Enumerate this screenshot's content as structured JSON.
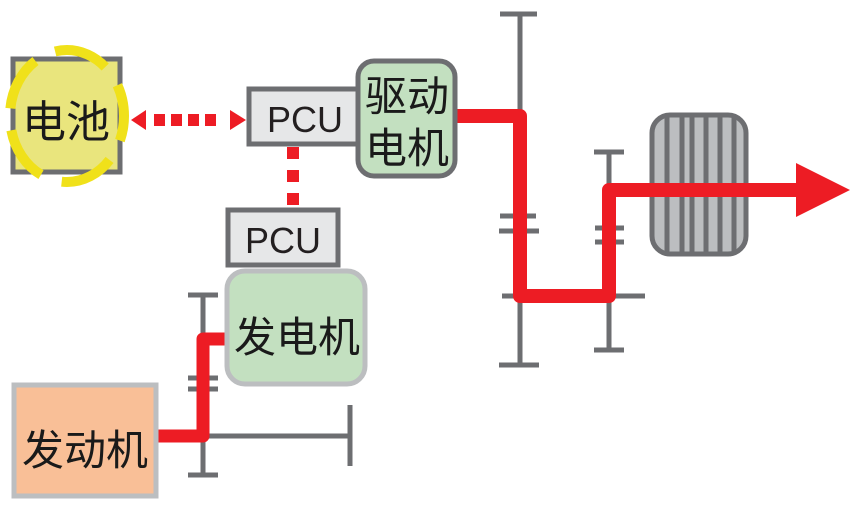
{
  "diagram": {
    "type": "series-parallel hybrid powertrain block diagram",
    "colors": {
      "power_flow": "#ed1c24",
      "shaft": "#6d6e71",
      "battery_fill": "#e9e57d",
      "battery_glow": "#f0e11a",
      "motor_fill": "#c3e0c0",
      "pcu_fill": "#e6e7e8",
      "engine_fill": "#f9bf97",
      "wheel_fill": "#bcbec0",
      "box_border_dark": "#6d6e71",
      "box_border_light": "#bcbec0"
    },
    "nodes": {
      "battery": {
        "label": "电池"
      },
      "pcu_main": {
        "label": "PCU"
      },
      "drive_motor": {
        "label_line1": "驱动",
        "label_line2": "电机"
      },
      "pcu_generator": {
        "label": "PCU"
      },
      "generator": {
        "label": "发电机"
      },
      "engine": {
        "label": "发动机"
      },
      "wheel": {
        "label": ""
      }
    },
    "links": [
      {
        "from": "battery",
        "to": "pcu_main",
        "style": "dotted",
        "direction": "bidirectional"
      },
      {
        "from": "pcu_main",
        "to": "pcu_generator",
        "style": "dotted",
        "direction": "none"
      },
      {
        "from": "engine",
        "to": "generator",
        "style": "solid-thick",
        "direction": "power-flow"
      },
      {
        "from": "drive_motor",
        "to": "wheel",
        "style": "solid-thick",
        "direction": "arrow-out"
      }
    ]
  }
}
